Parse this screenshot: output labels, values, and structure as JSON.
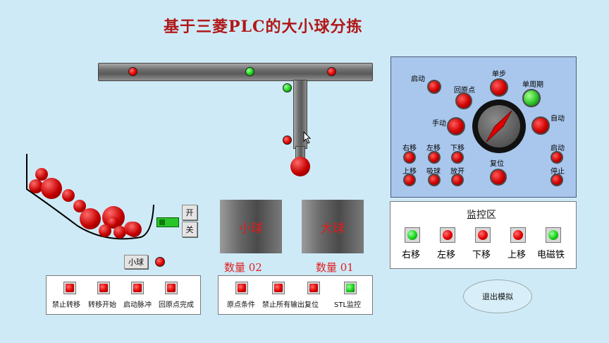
{
  "title": "基于三菱PLC的大小球分拣",
  "control_panel": {
    "start_label": "启动",
    "home_label": "回原点",
    "step_label": "单步",
    "single_cycle_label": "单周期",
    "manual_label": "手动",
    "auto_label": "自动",
    "right_label": "右移",
    "left_label": "左移",
    "down_label": "下移",
    "up_label": "上移",
    "suck_label": "吸球",
    "release_label": "放开",
    "reset_label": "复位",
    "start2_label": "启动",
    "stop_label": "停止"
  },
  "monitor": {
    "title": "监控区",
    "items": [
      "右移",
      "左移",
      "下移",
      "上移",
      "电磁铁"
    ],
    "states": [
      "green",
      "red",
      "red",
      "red",
      "green"
    ]
  },
  "switches": {
    "on_label": "开",
    "off_label": "关"
  },
  "bins": {
    "small_label": "小球",
    "large_label": "大球",
    "small_count": "数量 02",
    "large_count": "数量 01"
  },
  "small_ball_button": "小球",
  "status_left": {
    "items": [
      "禁止转移",
      "转移开始",
      "启动脉冲",
      "回原点完成"
    ],
    "states": [
      "red",
      "red",
      "red",
      "red"
    ]
  },
  "status_right": {
    "items": [
      "原点条件",
      "禁止所有输出复位",
      "STL监控"
    ],
    "states": [
      "red",
      "red",
      "green"
    ]
  },
  "exit_button": "退出模拟",
  "colors": {
    "background": "#cfeaf7",
    "title": "#b01818",
    "lamp_red": "#e30000",
    "lamp_green": "#19d219",
    "panel_bg": "#a9c6ec"
  }
}
